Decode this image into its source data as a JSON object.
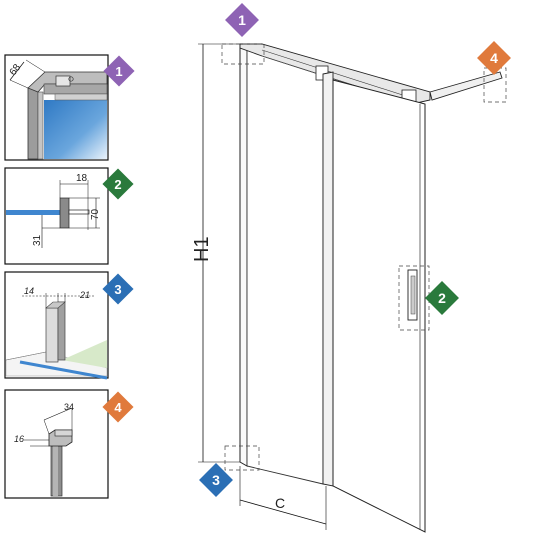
{
  "colors": {
    "purple": "#8e63b4",
    "green": "#2a7a3c",
    "blue": "#2b6fb5",
    "orange": "#e07a3c",
    "glass_blue": "#4a8fd0",
    "floor_green": "#d9ead0",
    "metal_gray": "#8a8a8a"
  },
  "badges": {
    "b1": "1",
    "b2": "2",
    "b3": "3",
    "b4": "4"
  },
  "details": {
    "d1": {
      "dim": "68"
    },
    "d2": {
      "dim_top": "18",
      "dim_side": "70",
      "dim_low": "31"
    },
    "d3": {
      "dim_left": "14",
      "dim_right": "21"
    },
    "d4": {
      "dim_top": "34",
      "dim_left": "16"
    }
  },
  "main": {
    "height_label": "H1",
    "width_label": "C"
  }
}
